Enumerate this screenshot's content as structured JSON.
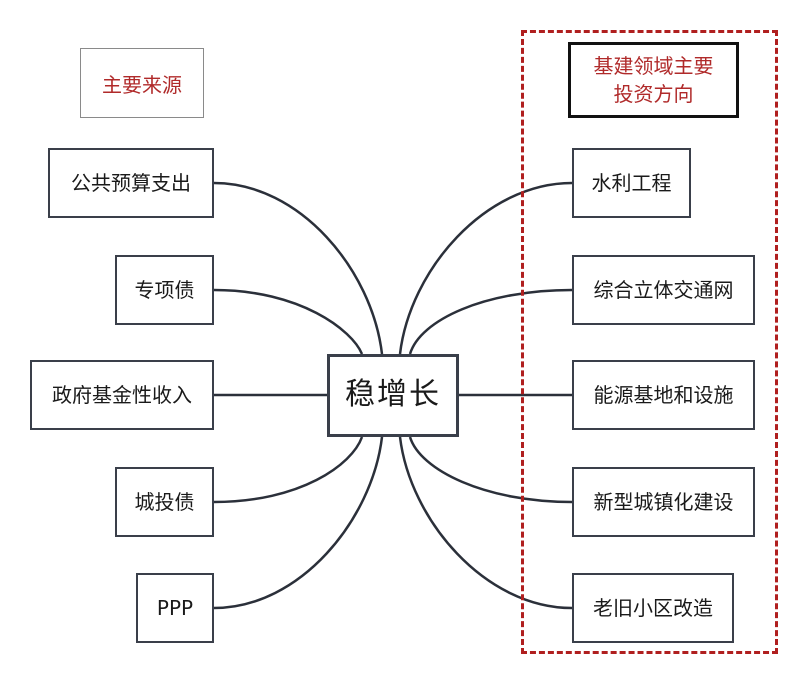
{
  "center": {
    "label": "稳增长"
  },
  "sources": {
    "title": "主要来源",
    "items": [
      "公共预算支出",
      "专项债",
      "政府基金性收入",
      "城投债",
      "PPP"
    ]
  },
  "directions": {
    "title_line1": "基建领域主要",
    "title_line2": "投资方向",
    "items": [
      "水利工程",
      "综合立体交通网",
      "能源基地和设施",
      "新型城镇化建设",
      "老旧小区改造"
    ]
  },
  "colors": {
    "title_red": "#b02a2a",
    "dashed_border": "#b01f1f",
    "line": "#2b303a"
  }
}
